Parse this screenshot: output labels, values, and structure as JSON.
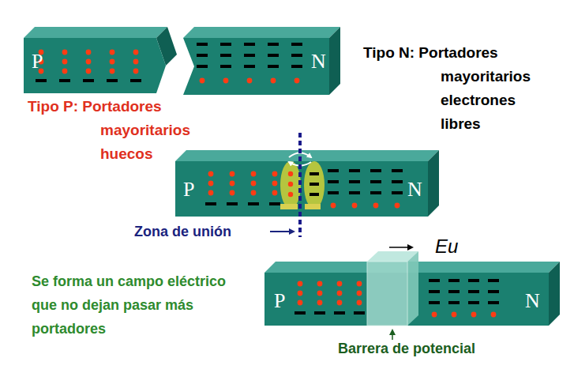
{
  "diagram": {
    "nodes": [
      {
        "text": [
          "P"
        ]
      },
      {
        "text": [
          "N"
        ]
      },
      {
        "text": [
          "P",
          "N"
        ]
      },
      {
        "text": [
          "P",
          "N"
        ]
      }
    ],
    "labels": [
      "Tipo N: Portadores mayoritarios electrones libres",
      "Tipo P: Portadores mayoritarios huecos",
      "Zona de unión",
      "Eu",
      "Se forma un campo eléctrico que no dejan pasar más portadores",
      "Barrera de potencial"
    ]
  }
}
